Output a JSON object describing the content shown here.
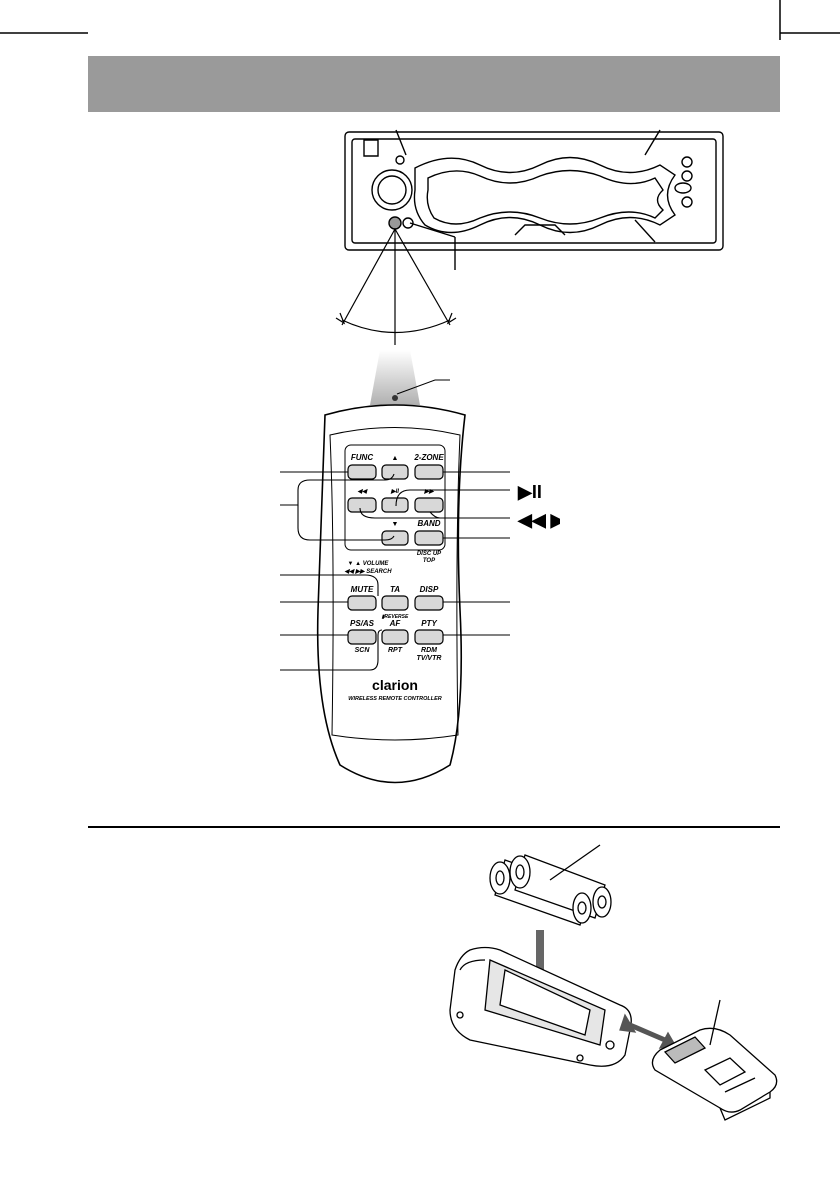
{
  "remote": {
    "buttons": {
      "func": "FUNC",
      "up": "▲",
      "two_zone": "2-ZONE",
      "rew": "◀◀",
      "play_pause": "▶II",
      "fwd": "▶▶",
      "down": "▼",
      "band": "BAND",
      "ta": "TA",
      "mute": "MUTE",
      "disp": "DISP",
      "psas": "PS/AS",
      "af": "AF",
      "pty": "PTY"
    },
    "sublabels": {
      "band": "DISC UP",
      "band2": "TOP",
      "volume": "▼ ▲ VOLUME",
      "search": "◀◀ ▶▶ SEARCH",
      "ta": "▮REVERSE",
      "psas": "SCN",
      "af": "RPT",
      "pty": "RDM",
      "pty2": "TV/VTR"
    },
    "brand": "clarion",
    "model": "WIRELESS REMOTE CONTROLLER"
  },
  "callouts": {
    "updown_symbol": "▲ ▼",
    "playpause_symbol": "▶II",
    "rewff_symbol": "◀◀ ▶▶"
  },
  "colors": {
    "header_band": "#9a9a9a",
    "line": "#000000",
    "remote_body": "#ffffff",
    "battery_shading": "#cccccc"
  }
}
